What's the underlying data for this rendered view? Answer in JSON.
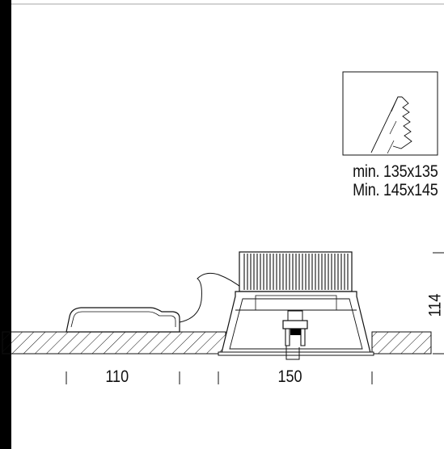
{
  "cutout": {
    "label_1": "min. 135x135",
    "label_2": "Min. 145x145"
  },
  "dimensions": {
    "driver_width": "110",
    "luminaire_width": "150",
    "height": "114"
  },
  "colors": {
    "line": "#111111",
    "fill_dark": "#000000",
    "background": "#ffffff"
  }
}
